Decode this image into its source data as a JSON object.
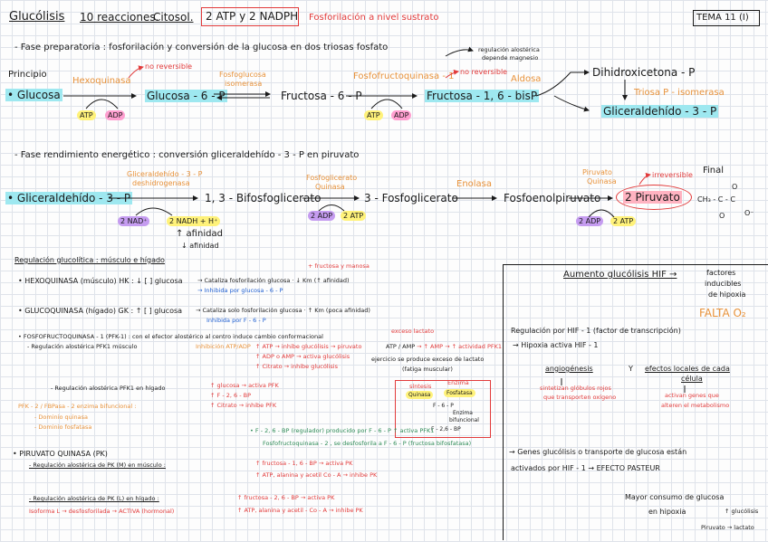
{
  "header": {
    "title": "Glucólisis",
    "reactions": "10 reacciones.",
    "location": "Citosol.",
    "atp": "2 ATP y 2 NADPH",
    "phos": "Fosforilación a nivel sustrato",
    "tema": "TEMA 11 (I)"
  },
  "fase1": {
    "label": "- Fase preparatoria : fosforilación y conversión de la glucosa en dos triosas fosfato",
    "reg": "regulación alostérica",
    "reg2": "depende magnesio",
    "principio": "Principio",
    "glucosa": "• Glucosa",
    "hexo": "Hexoquinasa",
    "norev1": "no reversible",
    "atp1": "ATP",
    "adp1": "ADP",
    "g6p": "Glucosa - 6 - P",
    "fosfoiso": "Fosfoglucosa",
    "fosfoiso2": "isomerasa",
    "f6p": "Fructosa - 6 - P",
    "pfk": "Fosfofructoquinasa - 1",
    "norev2": "no reversible",
    "atp2": "ATP",
    "adp2": "ADP",
    "f16bp": "Fructosa - 1, 6 - bisP",
    "aldolasa": "Aldosa",
    "dhap": "Dihidroxicetona - P",
    "tpi": "Triosa P - isomerasa",
    "gap": "Gliceraldehído - 3 - P"
  },
  "fase2": {
    "label": "- Fase rendimiento energético : conversión gliceraldehído - 3 - P en piruvato",
    "gap": "• Gliceraldehído - 3 - P",
    "gapdh": "Gliceraldehído - 3 - P",
    "gapdh2": "deshidrogenasa",
    "nad": "2 NAD⁺",
    "nadh": "2 NADH + H⁺",
    "bpg": "1, 3 - Bifosfoglicerato",
    "afin1": "↑ afinidad",
    "afin2": "↓ afinidad",
    "pgk": "Fosfoglicerato",
    "pgk2": "Quinasa",
    "adp3": "2 ADP",
    "atp3": "2 ATP",
    "pg3": "3 - Fosfoglicerato",
    "enolasa": "Enolasa",
    "pep": "Fosfoenolpiruvato",
    "pk": "Piruvato",
    "pk2": "Quinasa",
    "irrev": "irreversible",
    "piruvato": "2 Piruvato",
    "adp4": "2 ADP",
    "atp4": "2 ATP",
    "final": "Final",
    "formula": "CH₃ - C - C",
    "o1": "O",
    "o2": "O⁻",
    "o3": "O"
  },
  "regulacion": {
    "title": "Regulación glucolítica : músculo e hígado",
    "fructosa": "+ fructosa y manosa",
    "hk": "• HEXOQUINASA (músculo) HK : ↓ [ ] glucosa",
    "hk1": "→ Cataliza fosforilación glucosa · ↓ Km (↑ afinidad)",
    "hk2": "→ Inhibida por glucosa - 6 - P",
    "gk": "• GLUCOQUINASA (hígado) GK : ↑ [ ] glucosa",
    "gk1": "→ Cataliza solo fosforilación glucosa · ↑ Km (poca afinidad)",
    "gk2": "Inhibida por F - 6 - P",
    "pfk": "• FOSFOFRUCTOQUINASA - 1 (PFK-1) : con el efector alostérico al centro induce cambio conformacional",
    "pfk_reg": "- Regulación alostérica PFK1 músculo",
    "pfk_reg2": "Inhibición ATP/ADP",
    "pfk_a1": "↑ ATP → inhibe glucólisis →",
    "pfk_a1b": "piruvato",
    "pfk_a2": "↑ ADP o AMP → activa glucólisis",
    "pfk_a3": "↑ Citrato → inhibe glucólisis",
    "exceso": "exceso lactato",
    "amp": "ATP / AMP",
    "amp2": "→ ↑ AMP → ↑ actividad PFK1",
    "ejercicio": "ejercicio se produce exceso de lactato",
    "fatiga": "(fatiga muscular)",
    "hig": "- Regulación alostérica PFK1 en hígado",
    "hig1": "↑ glucosa → activa PFK",
    "hig2": "↑ F - 2, 6 - BP",
    "hig3": "↑ Citrato → inhibe PFK",
    "pfk2": "PFK - 2 / FBPasa - 2 enzima bifuncional :",
    "pfk2a": "- Dominio quinasa",
    "pfk2b": "- Dominio fosfatasa",
    "f26": "• F - 2, 6 - BP (regulador) producido por F - 6 - P ↑ activa PFK1",
    "f26b": "Fosfofructoquinasa - 2 , se desfosforila a F - 6 - P (fructosa bifosfatasa)",
    "sintesis": "síntesis",
    "quinasa": "Quinasa",
    "enzima": "Enzima",
    "bifuncional": "bifuncional",
    "fosfatasa": "Fosfatasa",
    "f6p": "F - 6 - P",
    "f26bp": "F - 2,6 - BP",
    "pkq": "• PIRUVATO QUINASA (PK)",
    "pkq1": "- Regulación alostérica de PK (M) en músculo :",
    "pkq1a": "↑ fructosa - 1, 6 - BP → activa PK",
    "pkq1b": "↑ ATP, alanina y acetil Co - A → inhibe PK",
    "pkq2": "- Regulación alostérica de PK (L) en hígado :",
    "pkq2a": "↑ fructosa - 2, 6 - BP → activa PK",
    "pkq2b": "Isoforma L → desfosforilada → ACTIVA (hormonal)",
    "pkq2c": "↑ ATP, alanina y acetil - Co - A → inhibe PK"
  },
  "hif": {
    "title": "Aumento glucólisis HIF →",
    "factores": "factores",
    "inducibles": "inducibles",
    "hipoxia": "de hipoxia",
    "falta": "FALTA O₂",
    "reg": "Regulación por HIF - 1 (factor de transcripción)",
    "hipo": "→ Hipoxia activa HIF - 1",
    "angio": "angiogénesis",
    "y": "Y",
    "efectos": "efectos locales de cada",
    "celula": "célula",
    "sint": "sintetizan glóbulos rojos",
    "sint2": "que transporten oxígeno",
    "activan": "activan genes que",
    "activan2": "alteren el metabolismo",
    "genes": "→ Genes glucólisis o transporte de glucosa están",
    "genes2": "activados por HIF - 1 → EFECTO PASTEUR",
    "mayor": "Mayor consumo de glucosa",
    "mayor2": "en hipoxia",
    "gluc": "↑ glucólisis",
    "pir": "Piruvato → lactato"
  }
}
